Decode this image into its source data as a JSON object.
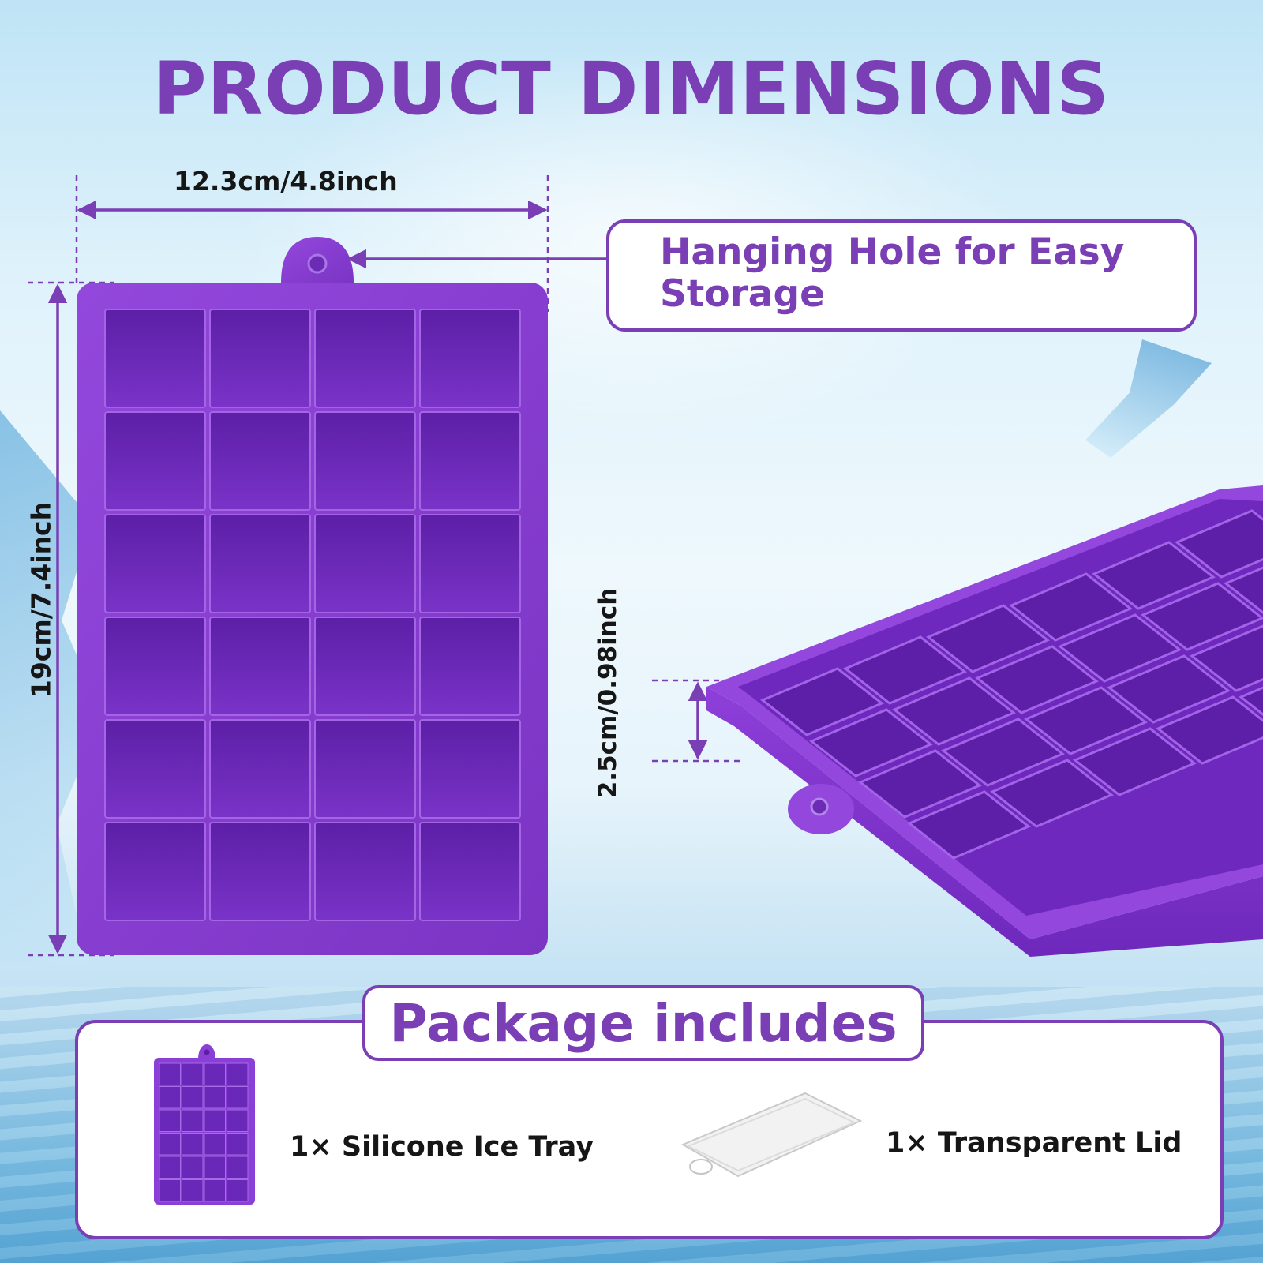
{
  "title": "PRODUCT DIMENSIONS",
  "dimensions": {
    "width": "12.3cm/4.8inch",
    "height": "19cm/7.4inch",
    "depth": "2.5cm/0.98inch"
  },
  "callout": {
    "text": "Hanging Hole for  Easy Storage"
  },
  "package": {
    "header": "Package includes",
    "items": [
      {
        "label": "1× Silicone Ice Tray"
      },
      {
        "label": "1× Transparent Lid"
      }
    ]
  },
  "colors": {
    "accent": "#7b3fb5",
    "tray": "#8a3fd6"
  }
}
